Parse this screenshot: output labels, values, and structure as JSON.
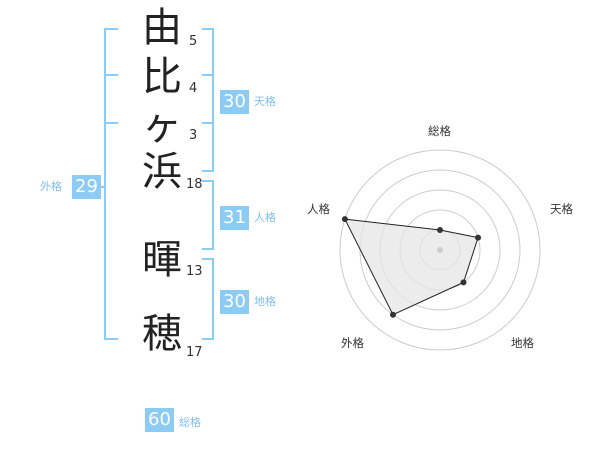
{
  "name": {
    "characters": [
      {
        "char": "由",
        "strokes": "5"
      },
      {
        "char": "比",
        "strokes": "4"
      },
      {
        "char": "ヶ",
        "strokes": "3"
      },
      {
        "char": "浜",
        "strokes": "18"
      },
      {
        "char": "暉",
        "strokes": "13"
      },
      {
        "char": "穂",
        "strokes": "17"
      }
    ]
  },
  "fortune": {
    "tenkaku": {
      "value": "30",
      "label": "天格"
    },
    "jinkaku": {
      "value": "31",
      "label": "人格"
    },
    "chikaku": {
      "value": "30",
      "label": "地格"
    },
    "gaikaku": {
      "value": "29",
      "label": "外格"
    },
    "soukaku": {
      "value": "60",
      "label": "総格"
    }
  },
  "radar": {
    "labels": [
      "総格",
      "天格",
      "地格",
      "外格",
      "人格"
    ],
    "levels": [
      1,
      2,
      2,
      4,
      5
    ],
    "max_level": 5,
    "colors": {
      "ring": "#cccccc",
      "fill": "#e6e6e6",
      "stroke": "#222222",
      "point": "#333333",
      "center": "#cccccc"
    }
  }
}
